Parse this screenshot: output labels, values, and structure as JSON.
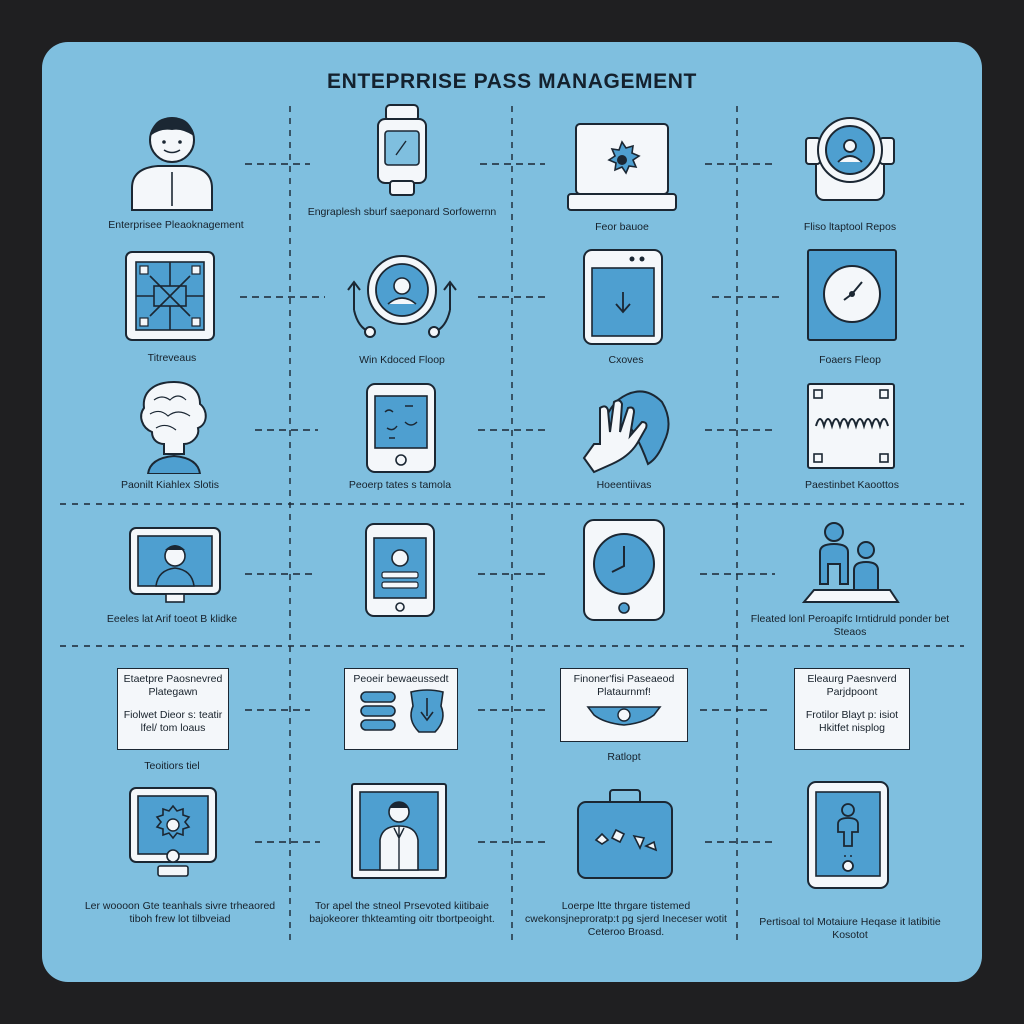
{
  "title": "ENTEPRRISE PASS MANAGEMENT",
  "colors": {
    "frame": "#1f1f21",
    "panel": "#7fbfdf",
    "ink": "#1b2733",
    "accent": "#4e9fd0",
    "card": "#f4f7fa"
  },
  "rows": [
    {
      "items": [
        {
          "icon": "person-icon",
          "label": "Enterprisee Pleaoknagement"
        },
        {
          "icon": "keycard-icon",
          "label": "Engraplesh sburf saeponard Sorfowernn"
        },
        {
          "icon": "laptop-gear-icon",
          "label": "Feor bauoe"
        },
        {
          "icon": "scanner-device-icon",
          "label": "Fliso ltaptool Repos"
        }
      ]
    },
    {
      "items": [
        {
          "icon": "circuit-board-icon",
          "label": "Titreveaus"
        },
        {
          "icon": "face-scan-icon",
          "label": "Win Kdoced Floop"
        },
        {
          "icon": "tablet-download-icon",
          "label": "Cxoves"
        },
        {
          "icon": "clock-panel-icon",
          "label": "Foaers Fleop"
        }
      ]
    },
    {
      "items": [
        {
          "icon": "brain-head-icon",
          "label": "Paonilt Kiahlex Slotis"
        },
        {
          "icon": "phone-id-icon",
          "label": "Peoerp tates s tamola"
        },
        {
          "icon": "hand-scan-icon",
          "label": "Hoeentiivas"
        },
        {
          "icon": "waveform-icon",
          "label": "Paestinbet Kaoottos"
        }
      ]
    },
    {
      "items": [
        {
          "icon": "video-portrait-icon",
          "label": "Eeeles lat Arif toeot B klidke"
        },
        {
          "icon": "tablet-list-icon",
          "label": ""
        },
        {
          "icon": "tablet-clock-icon",
          "label": ""
        },
        {
          "icon": "two-people-icon",
          "label": "Fleated lonl Peroapifc Irntidruld ponder bet Steaos"
        }
      ]
    },
    {
      "items": [
        {
          "card_title": "Etaetpre Paosnevred Plategawn",
          "card_body": "Fiolwet Dieor s: teatir lfel/ tom loaus",
          "label": "Teoitiors tiel"
        },
        {
          "card_title": "Peoeir bewaeussedt",
          "card_body": "",
          "label": ""
        },
        {
          "card_title": "Finoner'fisi Paseaeod Plataurnmf!",
          "card_body": "",
          "label": "Ratlopt"
        },
        {
          "card_title": "Eleaurg Paesnverd Parjdpoont",
          "card_body": "Frotilor Blayt p: isiot Hkitfet nisplog",
          "label": ""
        }
      ]
    },
    {
      "items": [
        {
          "icon": "monitor-gear-icon",
          "label": "Ler woooon Gte teanhals sivre trheaored tiboh frew lot tilbveiad"
        },
        {
          "icon": "employee-badge-icon",
          "label": "Tor apel the stneol Prsevoted kiitibaie bajokeorer thkteamting oitr tbortpeoight."
        },
        {
          "icon": "briefcase-icon",
          "label": "Loerpe ltte thrgare tistemed cwekonsjneproratp:t pg sjerd Ineceser wotit Ceteroo Broasd."
        },
        {
          "icon": "id-badge-icon",
          "label": "Pertisoal tol Motaiure Heqase it latibitie Kosotot"
        }
      ]
    }
  ]
}
